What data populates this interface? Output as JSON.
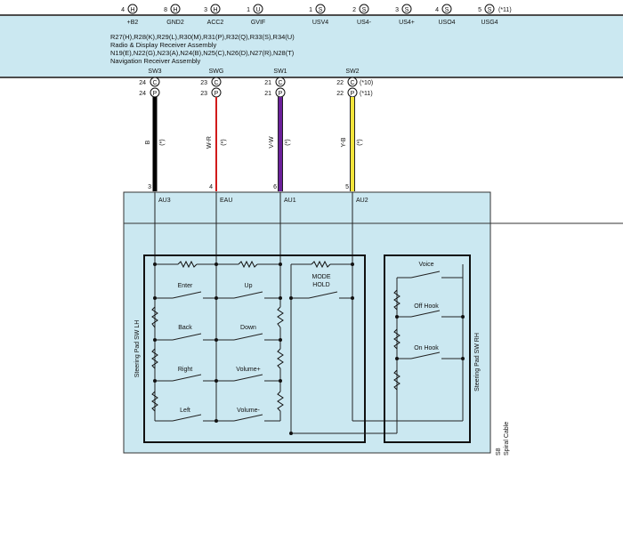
{
  "top_connector": {
    "pins": [
      {
        "num": "4",
        "code": "H",
        "label": "+B2"
      },
      {
        "num": "8",
        "code": "H",
        "label": "GND2"
      },
      {
        "num": "3",
        "code": "H",
        "label": "ACC2"
      },
      {
        "num": "1",
        "code": "U",
        "label": "GVIF"
      },
      {
        "num": "1",
        "code": "S",
        "label": "USV4"
      },
      {
        "num": "2",
        "code": "S",
        "label": "US4-"
      },
      {
        "num": "3",
        "code": "S",
        "label": "US4+"
      },
      {
        "num": "4",
        "code": "S",
        "label": "USO4"
      },
      {
        "num": "5",
        "code": "S",
        "label": "USG4"
      }
    ],
    "last_note": "(*11)"
  },
  "assembly": {
    "line1": "R27(H),R28(K),R29(L),R30(M),R31(P),R32(Q),R33(S),R34(U)",
    "line2": "Radio & Display Receiver Assembly",
    "line3": "N19(E),N22(G),N23(A),N24(B),N25(C),N26(D),N27(R),N28(T)",
    "line4": "Navigation Receiver Assembly"
  },
  "signals": [
    {
      "name": "SW3",
      "pin_c": "24",
      "pin_p": "24",
      "code_c": "C",
      "code_p": "P",
      "note_c": "",
      "note_p": "",
      "wire": "B",
      "wire_note": "(*)",
      "color": "#000000",
      "sw_pin": "3",
      "sw_label": "AU3"
    },
    {
      "name": "SWG",
      "pin_c": "23",
      "pin_p": "23",
      "code_c": "C",
      "code_p": "P",
      "note_c": "",
      "note_p": "",
      "wire": "W-R",
      "wire_note": "(*)",
      "color": "#d11a1a",
      "sw_pin": "4",
      "sw_label": "EAU"
    },
    {
      "name": "SW1",
      "pin_c": "21",
      "pin_p": "21",
      "code_c": "C",
      "code_p": "P",
      "note_c": "",
      "note_p": "",
      "wire": "V-W",
      "wire_note": "(*)",
      "color": "#6b1f9a",
      "sw_pin": "6",
      "sw_label": "AU1"
    },
    {
      "name": "SW2",
      "pin_c": "22",
      "pin_p": "22",
      "code_c": "C",
      "code_p": "P",
      "note_c": "(*10)",
      "note_p": "(*11)",
      "wire": "Y-B",
      "wire_note": "(*)",
      "color": "#f2e43a",
      "sw_pin": "5",
      "sw_label": "AU2"
    }
  ],
  "lh_pad": {
    "title": "Steering Pad SW LH",
    "left_buttons": [
      "Enter",
      "Back",
      "Right",
      "Left"
    ],
    "right_buttons": [
      "Up",
      "Down",
      "Volume+",
      "Volume-"
    ],
    "mode": [
      "MODE",
      "HOLD"
    ]
  },
  "rh_pad": {
    "title": "Steering Pad SW RH",
    "buttons": [
      "Voice",
      "Off Hook",
      "On Hook"
    ]
  },
  "spiral": {
    "code": "S8",
    "label": "Spiral Cable"
  },
  "colors": {
    "panel": "#cbe8f1",
    "wire_b": "#000000",
    "wire_wr": "#d11a1a",
    "wire_vw": "#6b1f9a",
    "wire_yb": "#f2e43a"
  }
}
